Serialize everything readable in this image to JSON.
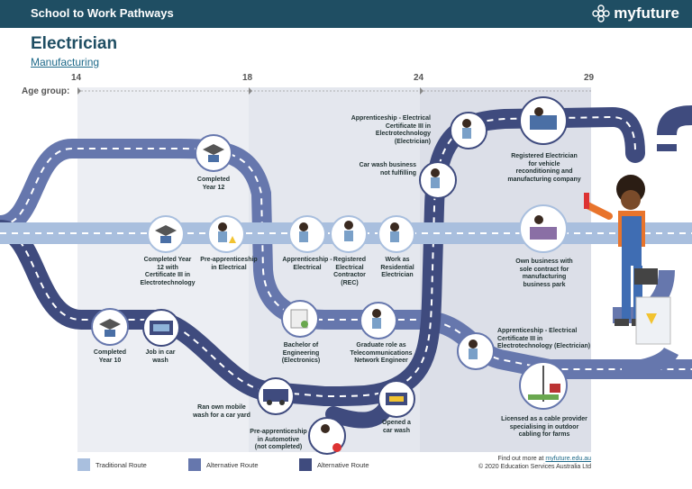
{
  "header": {
    "title": "School to Work Pathways",
    "logo_text": "myfuture"
  },
  "page": {
    "title": "Electrician",
    "industry": "Manufacturing"
  },
  "age_axis": {
    "label": "Age group:",
    "ticks": [
      "14",
      "18",
      "24",
      "29"
    ]
  },
  "steps": {
    "completed_year_10": "Completed\nYear 10",
    "job_car_wash": "Job in car\nwash",
    "completed_year_12": "Completed\nYear 12",
    "completed_year_12_cert": "Completed Year\n12 with\nCertificate III in\nElectrotechnology",
    "pre_app_electrical": "Pre-apprenticeship\nin Electrical",
    "apprenticeship_electrical": "Apprenticeship -\nElectrical",
    "registered_contractor": "Registered\nElectrical\nContractor\n(REC)",
    "residential_electrician": "Work as\nResidential\nElectrician",
    "bachelor_engineering": "Bachelor of\nEngineering\n(Electronics)",
    "graduate_role": "Graduate role as\nTelecommunications\nNetwork Engineer",
    "mobile_wash": "Ran own mobile\nwash for a car yard",
    "pre_app_automotive": "Pre-apprenticeship\nin Automotive\n(not completed)",
    "opened_car_wash": "Opened a\ncar wash",
    "car_wash_not_fulfilling": "Car wash business\nnot fulfilling",
    "apprenticeship_cert_top": "Apprenticeship - Electrical\nCertificate III in\nElectrotechnology\n(Electrician)",
    "registered_vehicle": "Registered Electrician\nfor vehicle\nreconditioning and\nmanufacturing company",
    "own_business": "Own business with\nsole contract for\nmanufacturing\nbusiness park",
    "apprenticeship_cert_bottom": "Apprenticeship - Electrical\nCertificate III in\nElectrotechnology (Electrician)",
    "cable_provider": "Licensed as a cable provider\nspecialising in outdoor\ncabling for farms"
  },
  "legend": [
    {
      "label": "Traditional Route",
      "color": "#a9bfde"
    },
    {
      "label": "Alternative Route",
      "color": "#6677ad"
    },
    {
      "label": "Alternative Route",
      "color": "#3f4b7e"
    }
  ],
  "footer": {
    "find_out": "Find out more at",
    "link": "myfuture.edu.au",
    "copyright": "© 2020 Education Services Australia Ltd"
  },
  "colors": {
    "header": "#1f4e63",
    "traditional": "#a9bfde",
    "alt_mid": "#6677ad",
    "alt_dark": "#3f4b7e",
    "age_band": "#e6e8ee"
  }
}
